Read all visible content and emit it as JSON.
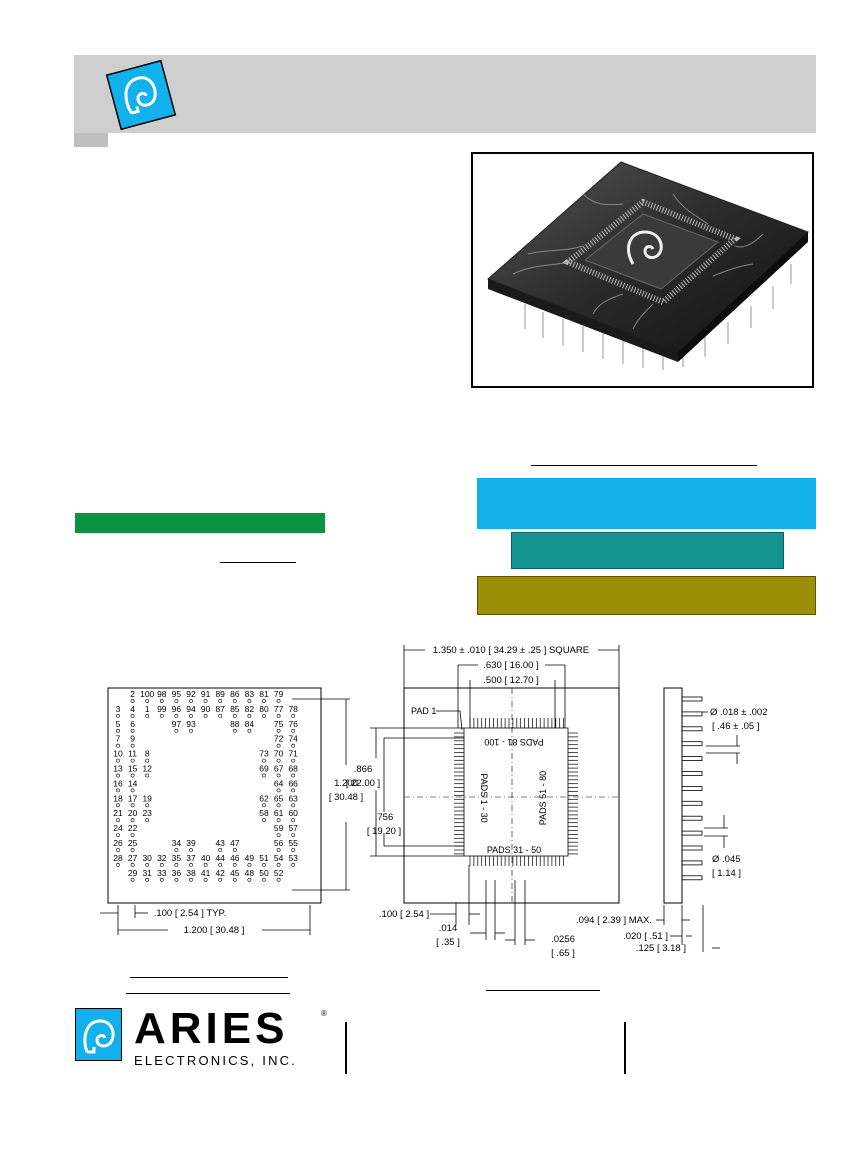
{
  "drawing": {
    "pin_grid": {
      "top_row": [
        "2",
        "100",
        "98",
        "95",
        "92",
        "91",
        "89",
        "86",
        "83",
        "81",
        "79"
      ],
      "row2": [
        "3",
        "4",
        "1",
        "99",
        "96",
        "94",
        "90",
        "87",
        "85",
        "82",
        "80",
        "77",
        "78"
      ],
      "row3": [
        "5",
        "6",
        "97",
        "93",
        "88",
        "84",
        "75",
        "76"
      ],
      "left_col": [
        "7",
        "9",
        "10",
        "11",
        "8",
        "13",
        "15",
        "12",
        "16",
        "14",
        "18",
        "17",
        "19",
        "21",
        "20",
        "23",
        "24",
        "22",
        "26",
        "25"
      ],
      "right_col": [
        "72",
        "74",
        "73",
        "70",
        "71",
        "69",
        "67",
        "68",
        "64",
        "66",
        "62",
        "65",
        "63",
        "58",
        "61",
        "60",
        "59",
        "57",
        "56",
        "55"
      ],
      "inner_bottom": [
        "34",
        "39",
        "43",
        "47"
      ],
      "row_bottom2": [
        "28",
        "27",
        "30",
        "32",
        "35",
        "37",
        "40",
        "44",
        "46",
        "49",
        "51",
        "54",
        "53"
      ],
      "row_bottom1": [
        "29",
        "31",
        "33",
        "36",
        "38",
        "41",
        "42",
        "45",
        "48",
        "50",
        "52"
      ]
    },
    "dims": {
      "width_label": "1.200 [ 30.48 ]",
      "height_label": "1.200",
      "height_label_mm": "[ 30.48 ]",
      "pitch_label": ".100 [ 2.54 ] TYP.",
      "overall": "1.350 ± .010 [ 34.29 ± .25 ] SQUARE",
      "d630": ".630 [ 16.00 ]",
      "d500": ".500 [ 12.70 ]",
      "pad1": "PAD 1",
      "d866": ".866",
      "d866mm": "[ 22.00 ]",
      "d756": ".756",
      "d756mm": "[ 19.20 ]",
      "pads81": "PADS 81 - 100",
      "pads1": "PADS 1 - 30",
      "pads51": "PADS 51 - 80",
      "pads31": "PADS 31 - 50",
      "d100": ".100 [ 2.54 ]",
      "d014": ".014",
      "d014mm": "[ .35 ]",
      "d0256": ".0256",
      "d0256mm": "[ .65 ]",
      "d094": ".094 [ 2.39 ] MAX.",
      "d020": ".020 [ .51 ]",
      "d125": ".125 [ 3.18 ]",
      "dia018": "Ø .018 ± .002",
      "dia018mm": "[ .46 ± .05 ]",
      "dia045": "Ø .045",
      "dia045mm": "[ 1.14 ]"
    }
  },
  "footer": {
    "brand": "ARIES",
    "brand_sub": "ELECTRONICS, INC.",
    "reg": "®"
  },
  "colors": {
    "green": "#0b9343",
    "blue": "#12b1ec",
    "teal": "#14948f",
    "olive": "#9b8f07",
    "logo": "#12b1ec"
  }
}
